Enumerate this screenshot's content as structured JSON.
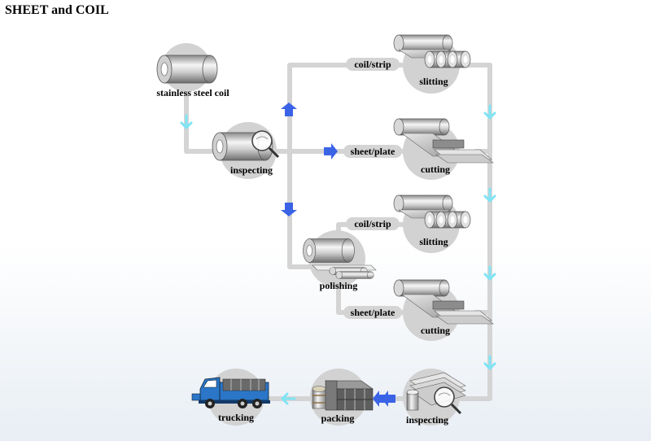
{
  "title": "SHEET and COIL",
  "colors": {
    "pipe": "#d4d4d4",
    "circle": "#d2d2d2",
    "arrow_dark": "#3a63e6",
    "arrow_light": "#7fe4f4",
    "steel_light": "#f4f4f4",
    "steel_dark": "#7c7c7c",
    "truck_blue": "#2b76c8"
  },
  "nodes": {
    "coil": "stainless steel coil",
    "inspect1": "inspecting",
    "slit1": "slitting",
    "cut1": "cutting",
    "slit2": "slitting",
    "polish": "polishing",
    "cut2": "cutting",
    "inspect2": "inspecting",
    "packing": "packing",
    "trucking": "trucking"
  },
  "pills": {
    "coil_strip_1": "coil/strip",
    "sheet_plate_1": "sheet/plate",
    "coil_strip_2": "coil/strip",
    "sheet_plate_2": "sheet/plate"
  },
  "icons": {
    "coil": "steel-coil-icon",
    "inspect": "magnifier-icon",
    "slit": "slitting-rolls-icon",
    "cut": "sheet-cutting-icon",
    "polish": "polishing-rolls-icon",
    "pack": "packed-bundles-icon",
    "truck": "truck-icon",
    "arrow_dark": "blue-arrow-icon",
    "arrow_light": "cyan-arrow-icon"
  }
}
